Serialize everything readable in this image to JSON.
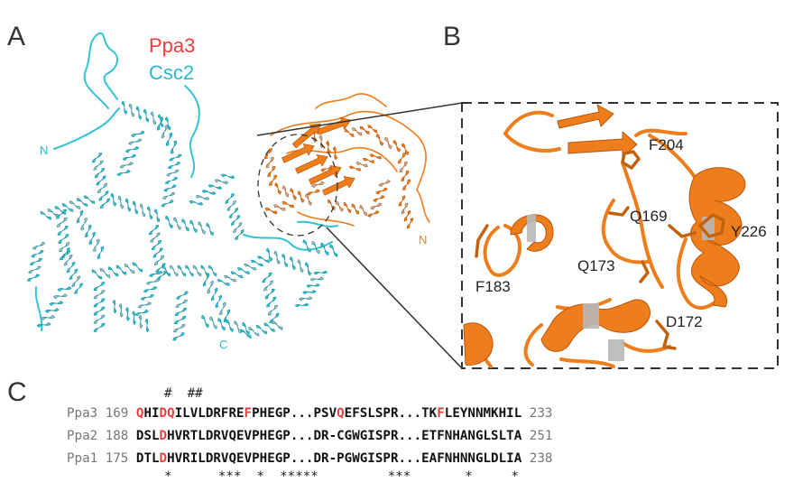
{
  "panels": {
    "a": "A",
    "b": "B",
    "c": "C"
  },
  "legend": {
    "ppa3": "Ppa3",
    "csc2": "Csc2",
    "ppa3_color": "#e8413c",
    "csc2_color": "#2ab7d0"
  },
  "structure_labels": {
    "csc2_n": "N",
    "csc2_c": "C",
    "ppa3_n": "N"
  },
  "residues": [
    "F204",
    "Q169",
    "Y226",
    "F183",
    "Q173",
    "D172"
  ],
  "alignment": {
    "hash_marks": "#  ##",
    "rows": [
      {
        "name": "Ppa3",
        "start": "169",
        "sequence": "QHIDQILVLDRFREFPHEGP...PSVQEFSLSPR...TKFLEYNNMKHIL",
        "highlight": [
          0,
          3,
          4,
          14,
          26,
          39
        ],
        "end": "233"
      },
      {
        "name": "Ppa2",
        "start": "188",
        "sequence": "DSLDHVRTLDRVQEVPHEGP...DR-CGWGISPR...ETFNHANGLSLTA",
        "highlight": [
          3
        ],
        "end": "251"
      },
      {
        "name": "Ppa1",
        "start": "175",
        "sequence": "DTLDHVRILDRVQEVPHEGP...DR-PGWGISPR...EAFNHNNGLDLIA",
        "highlight": [
          3
        ],
        "end": "238"
      }
    ],
    "conservation": "*      ***  *  *****         ***       *     *"
  },
  "colors": {
    "ppa3_ribbon": "#ee7d1c",
    "ppa3_dark": "#b9560a",
    "csc2_ribbon": "#33c3d3",
    "csc2_dark": "#148fa0",
    "helix_edge": "#b8b8b8"
  }
}
